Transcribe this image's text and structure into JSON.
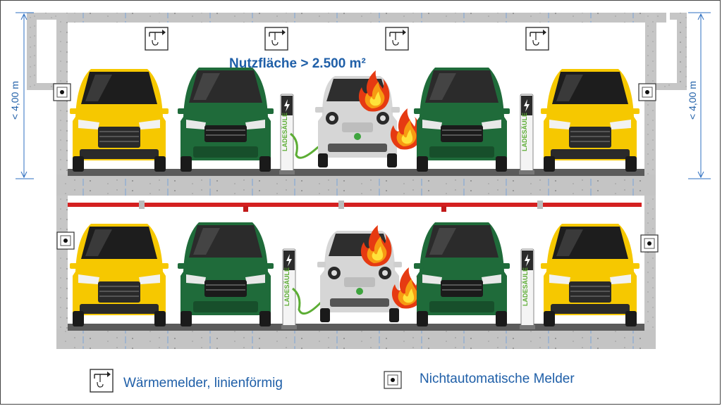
{
  "title": "Nutzfläche > 2.500 m²",
  "height_left": "< 4,00 m",
  "height_right": "< 4,00 m",
  "station_label": "LADESÄULE",
  "legend": {
    "heat_detector": "Wärmemelder, linienförmig",
    "manual_call_point": "Nichtautomatische Melder"
  },
  "colors": {
    "text_blue": "#1f5fa8",
    "concrete": "#c9c9c9",
    "sprinkler_red": "#d42020",
    "yellow_car": "#f5c800",
    "green_car": "#1f6b3a",
    "silver_car": "#d9d9d9",
    "flame": "#f07a10"
  },
  "icons": [
    "heat-detector-icon",
    "manual-call-point-icon",
    "flame-icon",
    "charging-station-icon",
    "car-icon"
  ]
}
